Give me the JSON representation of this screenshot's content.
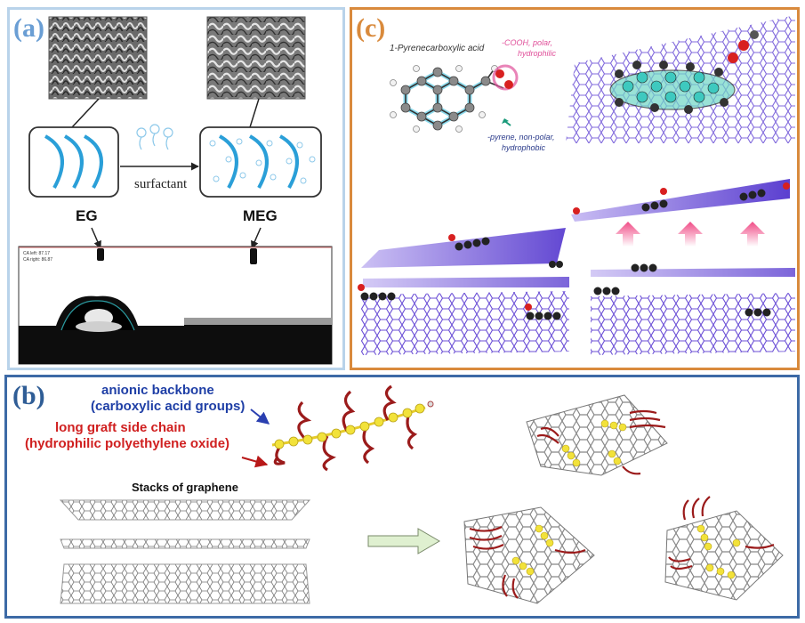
{
  "colors": {
    "panel_a_border": "#b9d3ea",
    "panel_c_border": "#d98a3c",
    "panel_b_border": "#3d6aa6",
    "label_a": "#6a9ed4",
    "label_c": "#d98a3c",
    "label_b": "#2f5d96",
    "backbone_text": "#1f3fa6",
    "side_chain_text": "#d02020",
    "chain_red": "#9b1b1b",
    "bead_yellow": "#f2e23a",
    "graphene_purple": "#6b4fd6",
    "curve_blue": "#2a9fd8"
  },
  "panel_a": {
    "label": "(a)",
    "surfactant_label": "surfactant",
    "eg_label": "EG",
    "meg_label": "MEG",
    "contact_angle_text_1": "CA left: 87.17",
    "contact_angle_text_2": "CA right: 86.87"
  },
  "panel_c": {
    "label": "(c)",
    "molecule_name": "1-Pyrenecarboxylic acid",
    "cooh_note_1": "-COOH, polar,",
    "cooh_note_2": "hydrophilic",
    "pyrene_note_1": "-pyrene, non-polar,",
    "pyrene_note_2": "hydrophobic"
  },
  "panel_b": {
    "label": "(b)",
    "backbone_line_1": "anionic backbone",
    "backbone_line_2": "(carboxylic acid groups)",
    "sidechain_line_1": "long graft side chain",
    "sidechain_line_2": "(hydrophilic polyethylene oxide)",
    "stacks_label": "Stacks of graphene"
  }
}
